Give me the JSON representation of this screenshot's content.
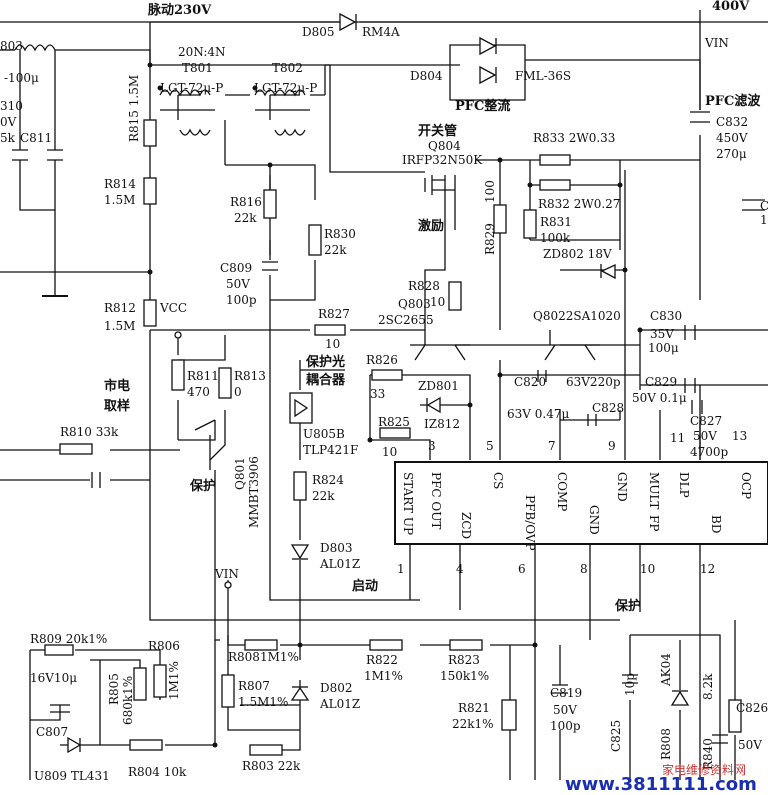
{
  "net": {
    "drive_230v": "脉动230V",
    "out_400v": "400V",
    "vin_top": "VIN",
    "vcc": "VCC",
    "vin_mid": "VIN"
  },
  "blocks": {
    "mains_sample": [
      "市电",
      "取样"
    ],
    "pfc_rect": "PFC整流",
    "pfc_filter": "PFC滤波",
    "switch_tube": "开关管",
    "excite": "激励",
    "protect_optocoupler": [
      "保护光",
      "耦合器"
    ],
    "protect_left": "保护",
    "startup": "启动",
    "protect_bottom": "保护"
  },
  "components": {
    "r803_frag": "803",
    "l_frag": "-100μ",
    "c810_a": "310",
    "c810_b": "0V",
    "c810_c": "5k",
    "c811": "C811",
    "r815": "R815 1.5M",
    "r814": [
      "R814",
      "1.5M"
    ],
    "r812": [
      "R812",
      "1.5M"
    ],
    "t801": [
      "20N:4N",
      "T801",
      "LGT-72μ-P"
    ],
    "t802": [
      "T802",
      "LGT-72μ-P"
    ],
    "d805": [
      "D805",
      "RM4A"
    ],
    "d804": [
      "D804",
      "FML-36S"
    ],
    "q804": [
      "Q804",
      "IRFP32N50K"
    ],
    "r833": "R833  2W0.33",
    "r832": "R832 2W0.27",
    "r831": [
      "R831",
      "100k"
    ],
    "zd802": "ZD802 18V",
    "r829": [
      "R829",
      "100"
    ],
    "r816": [
      "R816",
      "22k"
    ],
    "r830": [
      "R830",
      "22k"
    ],
    "c809": [
      "C809",
      "50V",
      "100p"
    ],
    "c832": [
      "C832",
      "450V",
      "270μ"
    ],
    "c_frag": [
      "C",
      "1"
    ],
    "r828": [
      "R828",
      "10"
    ],
    "q803": [
      "Q803",
      "2SC2655"
    ],
    "q802": "Q8022SA1020",
    "r827": [
      "R827",
      "10"
    ],
    "c830": [
      "C830",
      "35V",
      "100μ"
    ],
    "r826": [
      "R826",
      "33"
    ],
    "zd801": "ZD801",
    "c820": "C820",
    "c820_val": "63V220p",
    "c829": "C829",
    "c829_val": "50V  0.1μ",
    "r825": [
      "R825",
      "10"
    ],
    "iz812": "IZ812",
    "c828": "C828",
    "c828_val": "63V  0.47μ",
    "c827": [
      "C827",
      "50V",
      "4700p"
    ],
    "r811": [
      "R811",
      "470"
    ],
    "r813": [
      "R813",
      "0"
    ],
    "u805b": [
      "U805B",
      "TLP421F"
    ],
    "q801": [
      "Q801",
      "MMBT3906"
    ],
    "r810": "R810  33k",
    "r824": [
      "R824",
      "22k"
    ],
    "d803": [
      "D803",
      "AL01Z"
    ],
    "r809": "R809   20k1%",
    "c807_val": "16V10μ",
    "c807": "C807",
    "r805": [
      "R805",
      "680k1%"
    ],
    "r806": [
      "R806",
      "1M1%"
    ],
    "r808": "R8081M1%",
    "r807": [
      "R807",
      "1.5M1%"
    ],
    "d802": [
      "D802",
      "AL01Z"
    ],
    "r822": [
      "R822",
      "1M1%"
    ],
    "r823": [
      "R823",
      "150k1%"
    ],
    "r821": [
      "R821",
      "22k1%"
    ],
    "c819": [
      "C819",
      "50V",
      "100p"
    ],
    "c825": [
      "C825",
      "10p"
    ],
    "r808b": "R808",
    "ak04": "AK04",
    "r840": [
      "R840",
      "8.2k"
    ],
    "c826": [
      "C826",
      "50V"
    ],
    "u809": "U809  TL431",
    "r804": "R804  10k",
    "r803": "R803    22k"
  },
  "ic": {
    "top_pin_numbers": [
      "5",
      "7",
      "9",
      "11",
      "13",
      "3"
    ],
    "top_pins": [
      "START UP",
      "PFC OUT",
      "CS",
      "COMP",
      "GND",
      "MULT",
      "DLP",
      "OCP"
    ],
    "bottom_pins": [
      "ZCD",
      "PFB/OVP",
      "GND",
      "FP",
      "BD"
    ],
    "bottom_pin_numbers": [
      "1",
      "4",
      "6",
      "8",
      "10",
      "12"
    ]
  },
  "watermark": {
    "url": "www.3811111.com",
    "site": "家电维修资料网"
  }
}
